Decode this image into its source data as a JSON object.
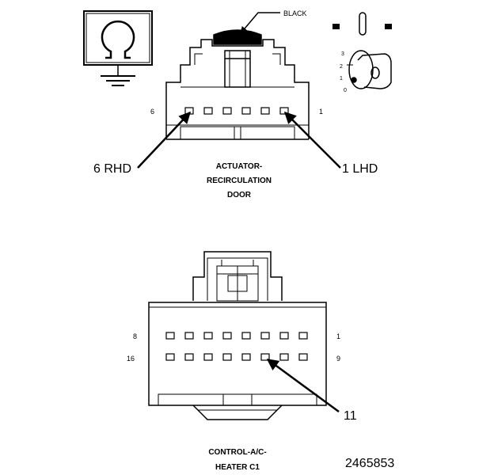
{
  "top_connector": {
    "color_label": "BLACK",
    "pin_left": "6",
    "pin_right": "1",
    "callout_left": "6 RHD",
    "callout_right": "1 LHD",
    "name_lines": [
      "ACTUATOR-",
      "RECIRCULATION",
      "DOOR"
    ]
  },
  "key_icon": {
    "positions": [
      "3",
      "2",
      "1",
      "0"
    ]
  },
  "bottom_connector": {
    "row1_left": "8",
    "row1_right": "1",
    "row2_left": "16",
    "row2_right": "9",
    "callout": "11",
    "name_lines": [
      "CONTROL-A/C-",
      "HEATER C1"
    ]
  },
  "figure_number": "2465853",
  "icons": [
    "ground-omega-icon",
    "ignition-key-icon",
    "ignition-switch-symbol-icon"
  ]
}
